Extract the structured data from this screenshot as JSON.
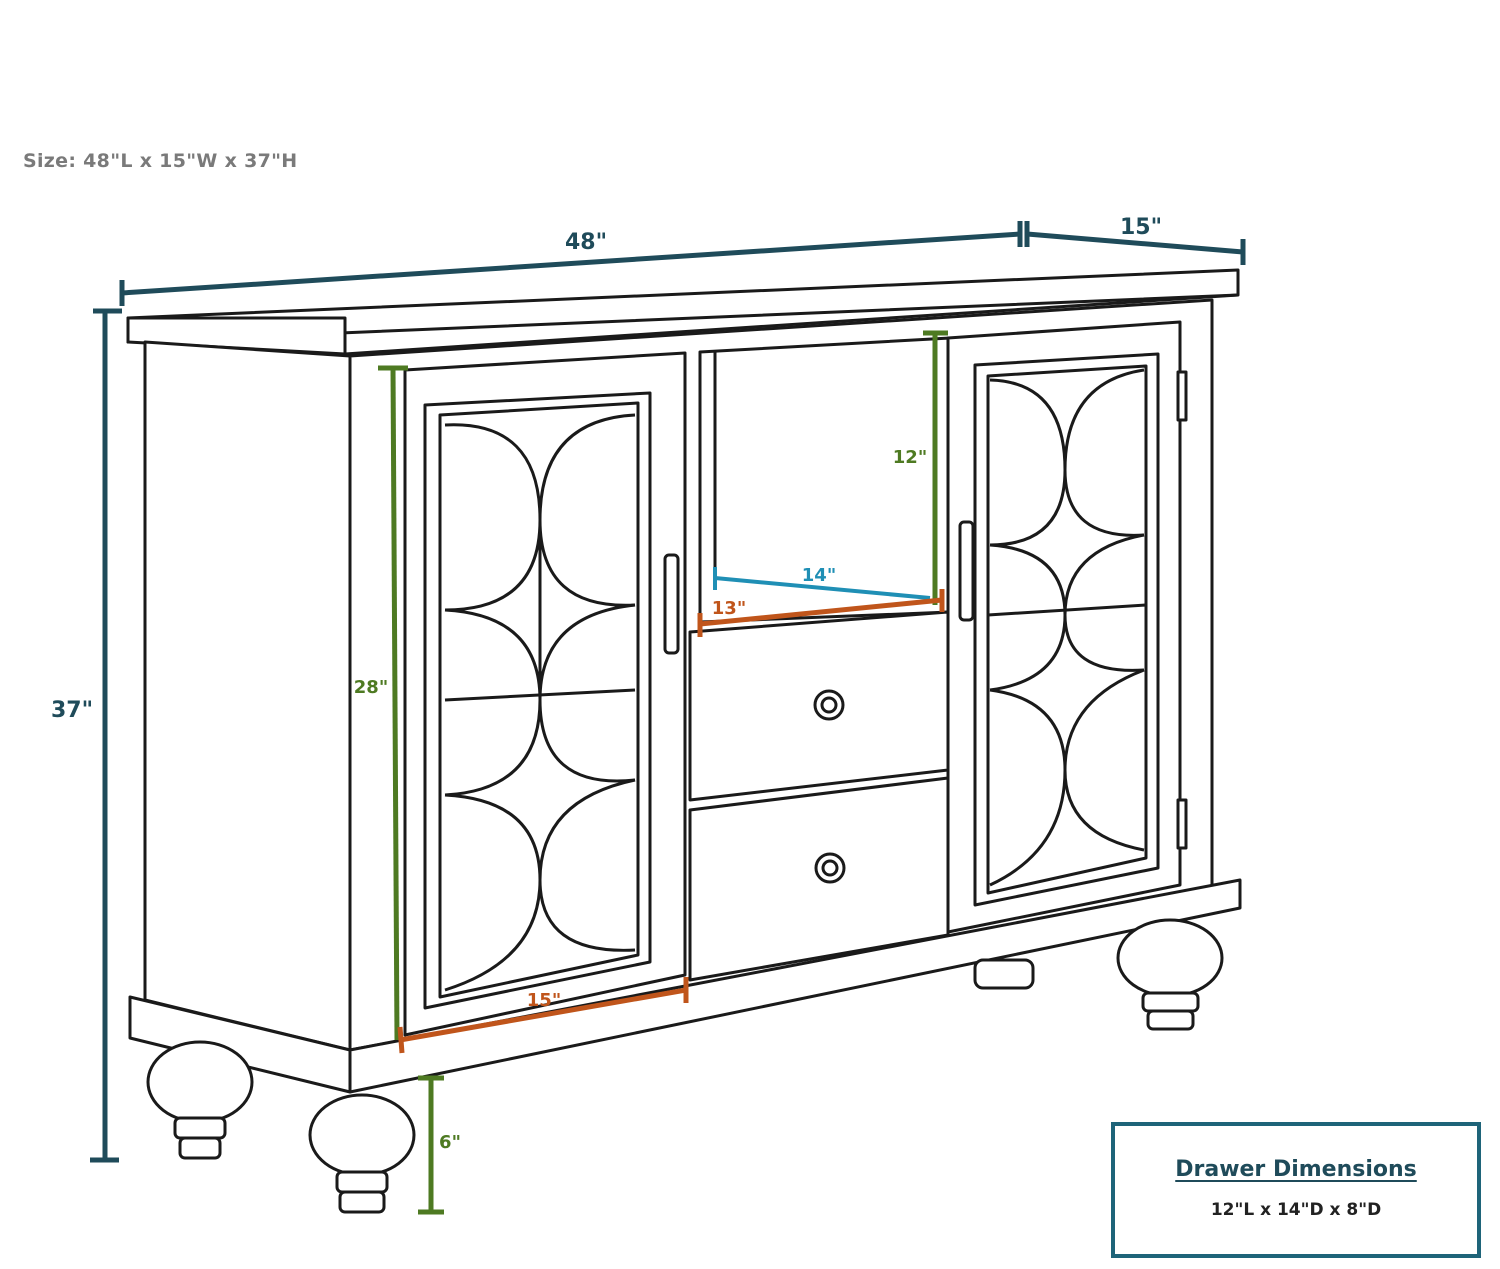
{
  "size_caption": "Size: 48\"L x 15\"W x 37\"H",
  "dimensions": {
    "width": "48\"",
    "depth": "15\"",
    "height": "37\"",
    "door_height": "28\"",
    "door_width": "15\"",
    "open_shelf_height": "12\"",
    "open_shelf_depth": "14\"",
    "open_shelf_width": "13\"",
    "leg_height": "6\""
  },
  "drawer_box": {
    "title": "Drawer Dimensions",
    "size": "12\"L x 14\"D x 8\"D"
  },
  "colors": {
    "overall": "#1f4b5a",
    "green": "#4e7a22",
    "orange": "#c0551b",
    "blue": "#1f8fb5",
    "box_border": "#1e6479",
    "outline": "#1a1a1a"
  }
}
